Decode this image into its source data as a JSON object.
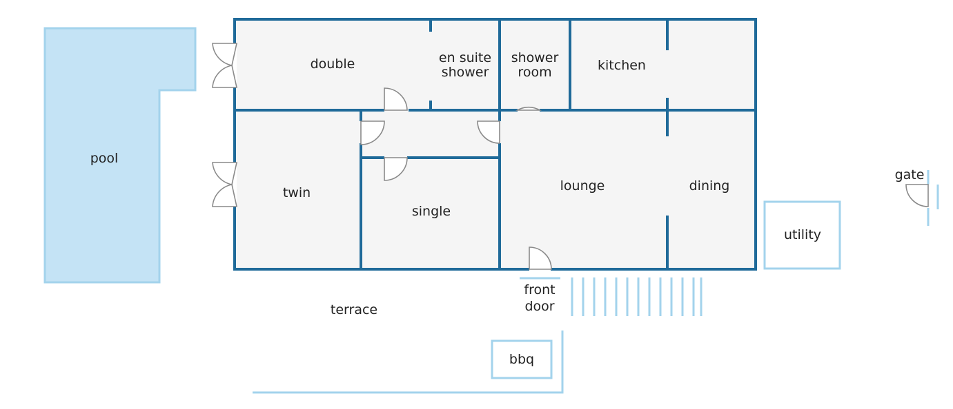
{
  "colors": {
    "wall": "#1f6a99",
    "floor": "#f5f5f5",
    "pool_fill": "#c4e3f5",
    "pool_stroke": "#a3d3ec",
    "outdoor_outline": "#a3d3ec",
    "door": "#8a8a8a",
    "text": "#222222"
  },
  "rooms": {
    "double": "double",
    "en_suite_line1": "en suite",
    "en_suite_line2": "shower",
    "shower_room_line1": "shower",
    "shower_room_line2": "room",
    "kitchen": "kitchen",
    "twin": "twin",
    "single": "single",
    "lounge": "lounge",
    "dining": "dining"
  },
  "outdoor": {
    "pool": "pool",
    "utility": "utility",
    "gate": "gate",
    "front_door_line1": "front",
    "front_door_line2": "door",
    "terrace": "terrace",
    "bbq": "bbq"
  }
}
